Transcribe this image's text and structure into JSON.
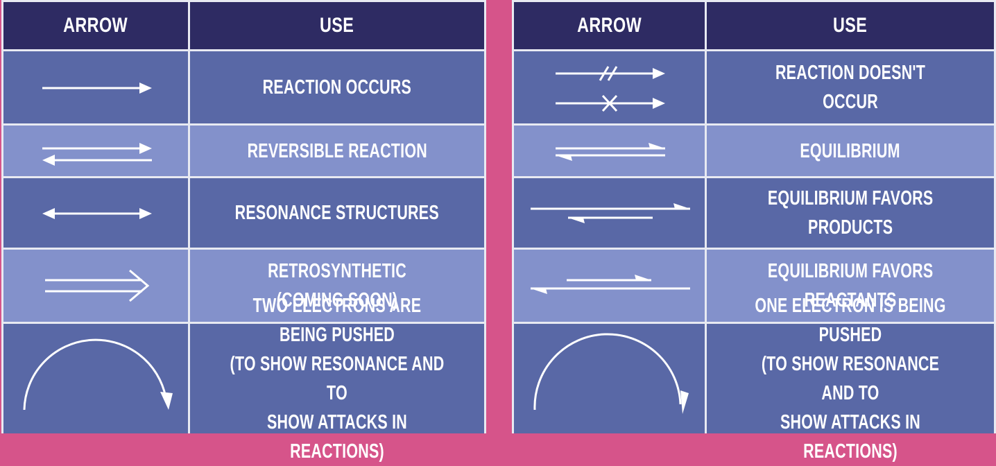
{
  "header": {
    "arrow_label": "ARROW",
    "use_label": "USE"
  },
  "left_table": {
    "rows": [
      {
        "icon": "single-arrow",
        "use": "REACTION OCCURS"
      },
      {
        "icon": "reversible-arrows",
        "use": "REVERSIBLE REACTION"
      },
      {
        "icon": "double-headed-arrow",
        "use": "RESONANCE STRUCTURES"
      },
      {
        "icon": "retrosynthetic-arrow",
        "use": "RETROSYNTHETIC\n(COMING SOON)"
      },
      {
        "icon": "double-barbed-curved-arrow",
        "use": "TWO ELECTRONS ARE BEING PUSHED\n(TO SHOW RESONANCE AND TO\nSHOW ATTACKS IN REACTIONS)"
      }
    ]
  },
  "right_table": {
    "rows": [
      {
        "icon": "blocked-arrows",
        "use": "REACTION DOESN'T\nOCCUR"
      },
      {
        "icon": "equilibrium-harpoons",
        "use": "EQUILIBRIUM"
      },
      {
        "icon": "equilibrium-products-harpoons",
        "use": "EQUILIBRIUM FAVORS\nPRODUCTS"
      },
      {
        "icon": "equilibrium-reactants-harpoons",
        "use": "EQUILIBRIUM FAVORS\nREACTANTS"
      },
      {
        "icon": "single-barbed-curved-arrow",
        "use": "ONE ELECTRON IS BEING PUSHED\n(TO SHOW RESONANCE AND TO\nSHOW ATTACKS IN REACTIONS)"
      }
    ]
  },
  "colors": {
    "background": "#d6548a",
    "header": "#2e2b63",
    "row_dark": "#5968a6",
    "row_light": "#8391cb",
    "grid": "#e8eaf2",
    "text": "#ffffff"
  }
}
